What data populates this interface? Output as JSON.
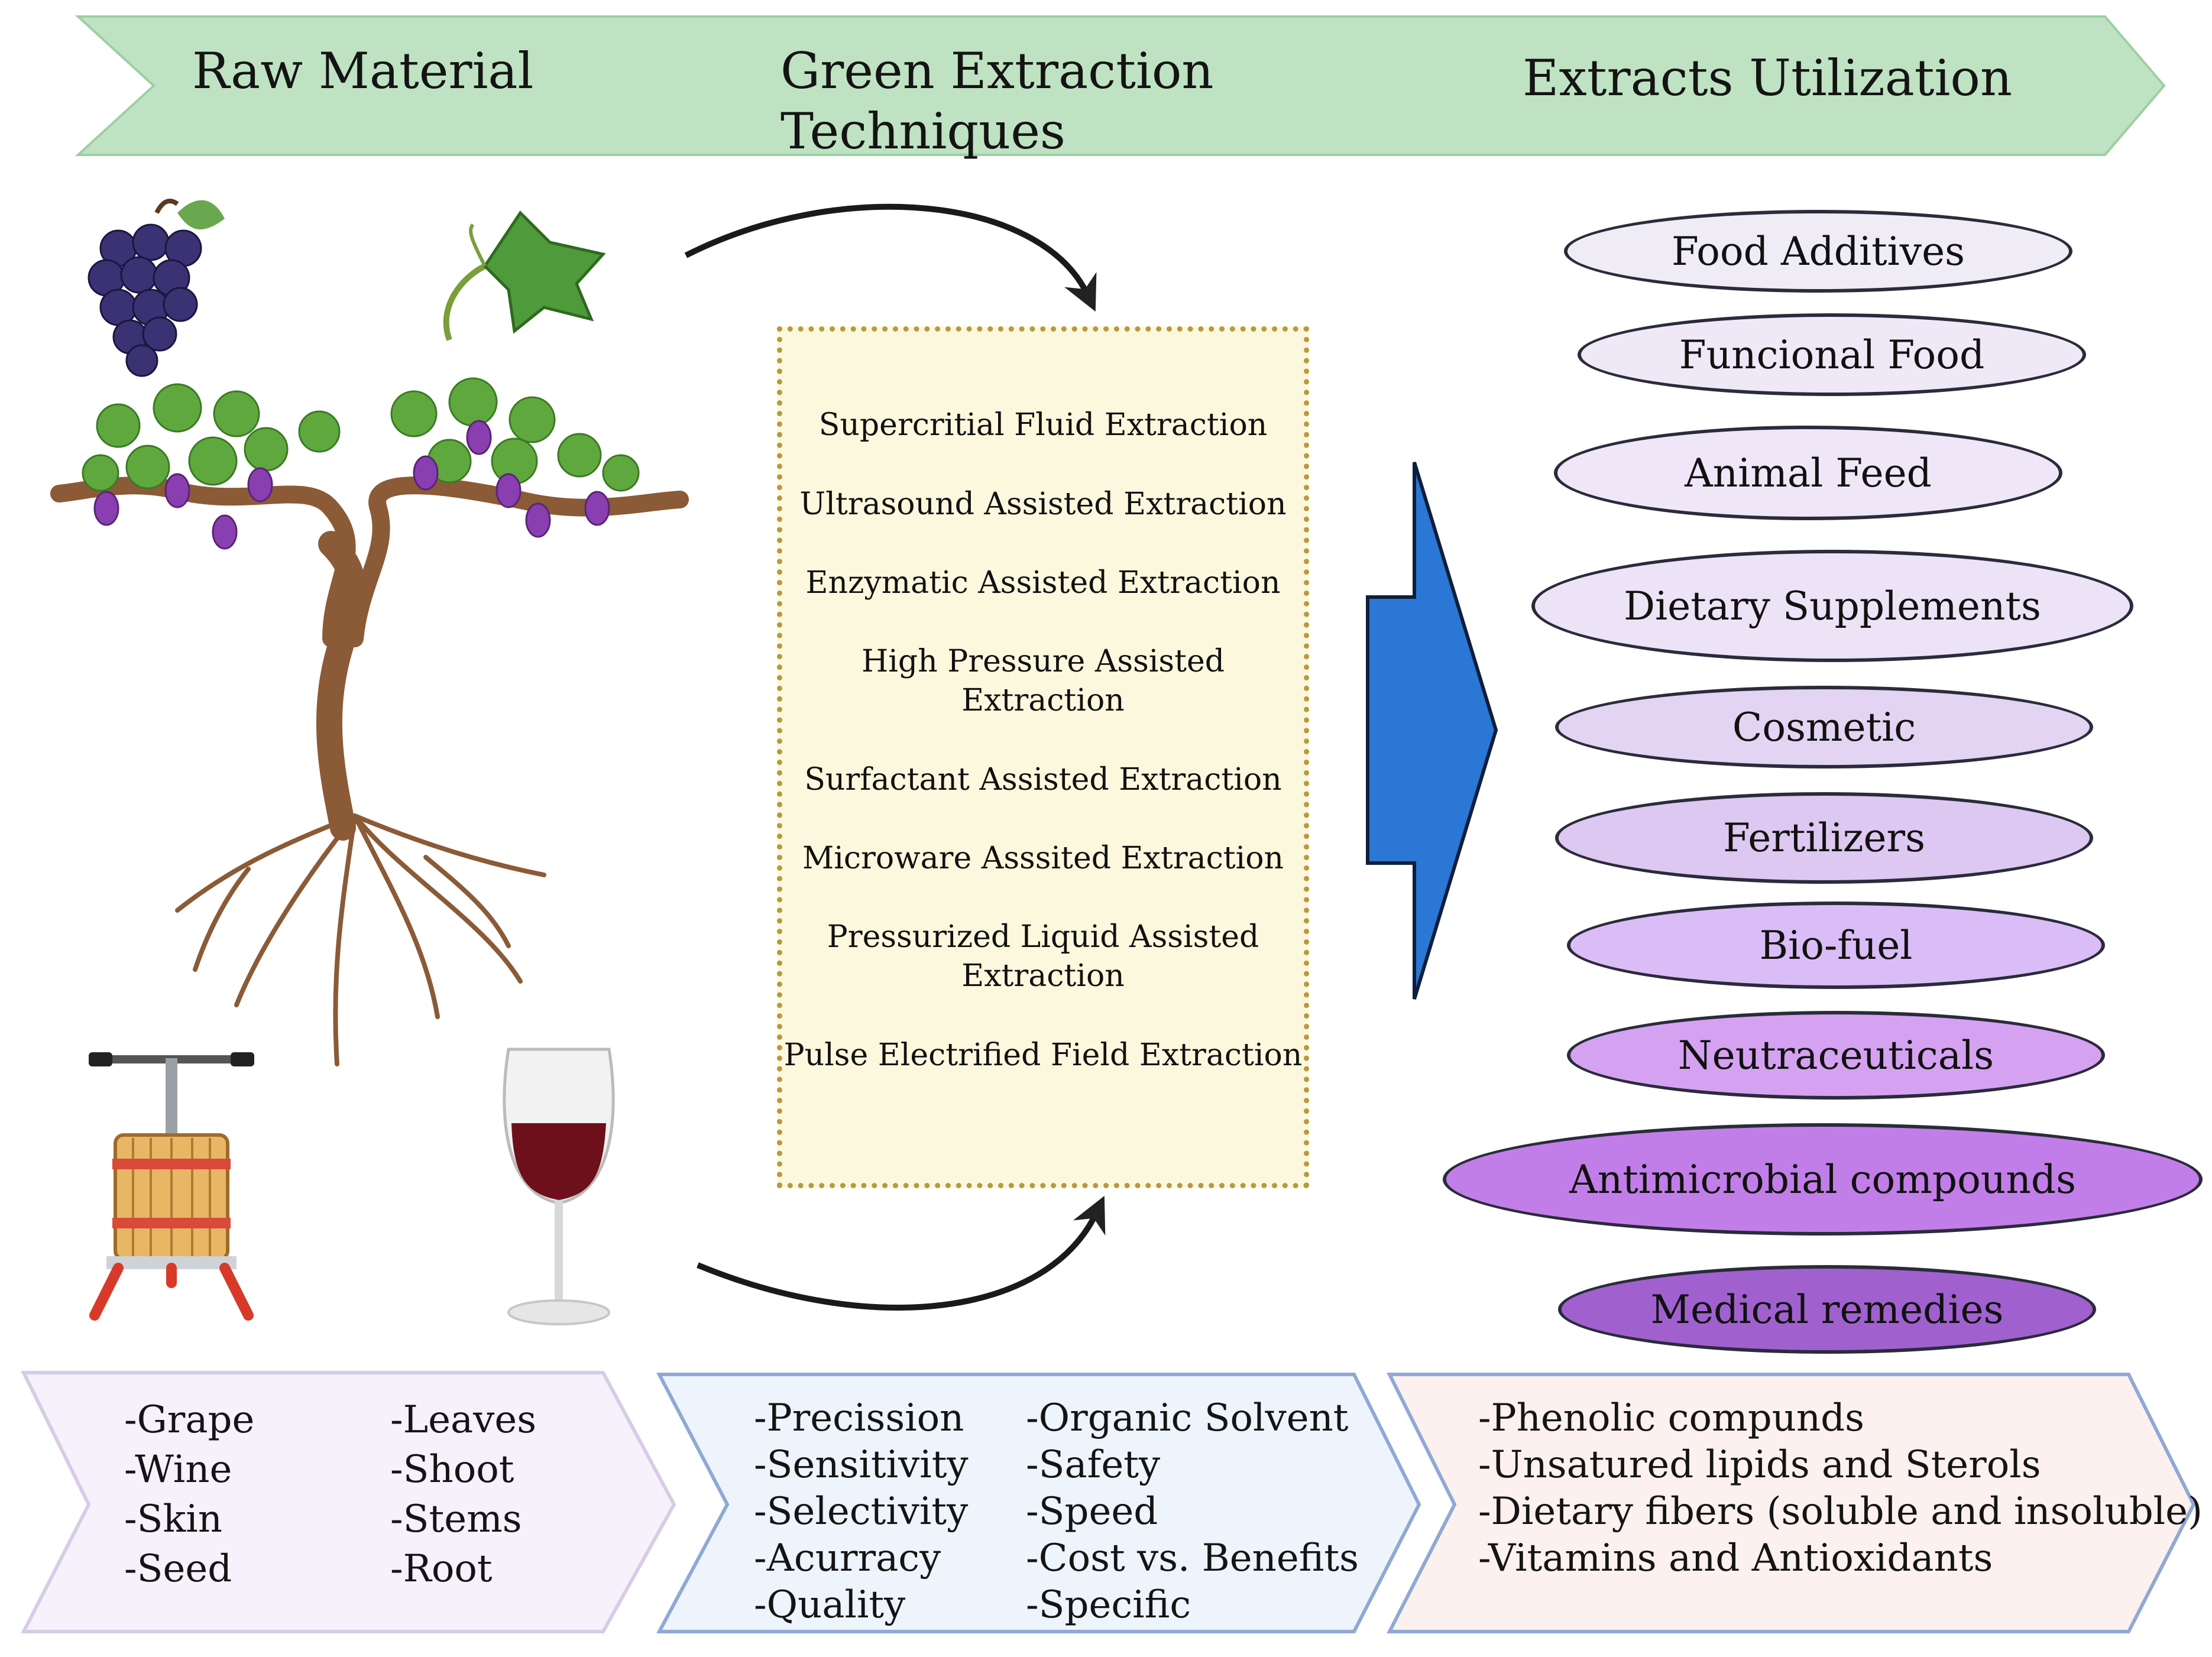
{
  "header": {
    "raw_material": "Raw Material",
    "green_extraction_line1": "Green Extraction",
    "green_extraction_line2": "Techniques",
    "extracts_utilization": "Extracts Utilization"
  },
  "techniques": [
    [
      "Supercritial Fluid Extraction"
    ],
    [
      "Ultrasound Assisted Extraction"
    ],
    [
      "Enzymatic Assisted Extraction"
    ],
    [
      "High Pressure Assisted",
      "Extraction"
    ],
    [
      "Surfactant Assisted Extraction"
    ],
    [
      "Microware Asssited Extraction"
    ],
    [
      "Pressurized Liquid Assisted",
      "Extraction"
    ],
    [
      "Pulse Electrified Field Extraction"
    ]
  ],
  "utilizations": [
    {
      "label": "Food Additives",
      "fill": "#efecf6"
    },
    {
      "label": "Funcional Food",
      "fill": "#efe9f7"
    },
    {
      "label": "Animal Feed",
      "fill": "#efe7f8"
    },
    {
      "label": "Dietary Supplements",
      "fill": "#ece3f7"
    },
    {
      "label": "Cosmetic",
      "fill": "#e2d4f2"
    },
    {
      "label": "Fertilizers",
      "fill": "#dcc8f0"
    },
    {
      "label": "Bio-fuel",
      "fill": "#dabdf6"
    },
    {
      "label": "Neutraceuticals",
      "fill": "#d5a2f1"
    },
    {
      "label": "Antimicrobial compounds",
      "fill": "#c27ee8"
    },
    {
      "label": "Medical remedies",
      "fill": "#a061cf"
    }
  ],
  "bottom": {
    "raw_left": [
      "-Grape",
      "-Wine",
      "-Skin",
      "-Seed"
    ],
    "raw_right": [
      "-Leaves",
      "-Shoot",
      "-Stems",
      "-Root"
    ],
    "green_left": [
      "-Precission",
      "-Sensitivity",
      "-Selectivity",
      "-Acurracy",
      "-Quality"
    ],
    "green_right": [
      "-Organic Solvent",
      "-Safety",
      "-Speed",
      "-Cost vs. Benefits",
      "-Specific"
    ],
    "extracts": [
      "-Phenolic compunds",
      "-Unsatured lipids and Sterols",
      "-Dietary fibers (soluble and insoluble)",
      "-Vitamins and Antioxidants"
    ]
  },
  "colors": {
    "header_banner": "#bfe3c2",
    "tech_box_fill": "#fbf8de",
    "big_arrow": "#2a77d6",
    "raw_panel": "#f6f1fb",
    "green_panel": "#eef4fb",
    "extract_panel": "#fcf1ef"
  },
  "icons": [
    "grape-bunch-icon",
    "grape-leaf-icon",
    "grapevine-icon",
    "wine-press-icon",
    "wine-glass-icon"
  ]
}
